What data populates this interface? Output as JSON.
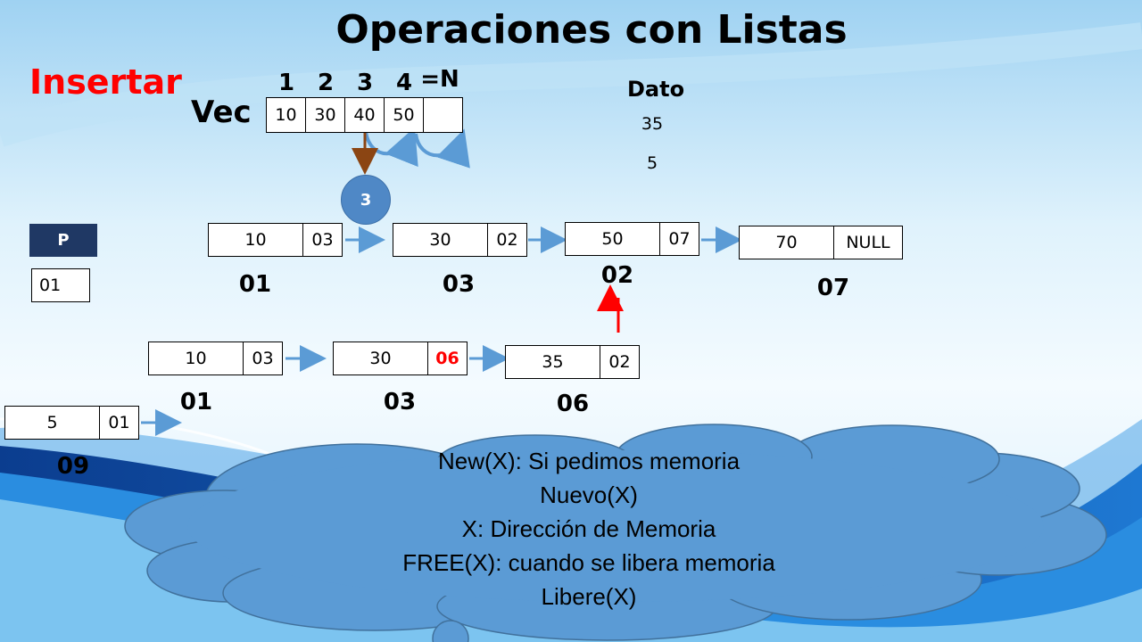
{
  "title": "Operaciones con Listas",
  "section": "Insertar",
  "vector": {
    "label": "Vec",
    "indices": [
      "1",
      "2",
      "3",
      "4",
      "=N"
    ],
    "cells": [
      "10",
      "30",
      "40",
      "50",
      ""
    ]
  },
  "dato": {
    "title": "Dato",
    "values": [
      "35",
      "5"
    ]
  },
  "position_marker": "3",
  "pointer": {
    "label": "P",
    "value": "01"
  },
  "list_original": [
    {
      "data": "10",
      "next": "03",
      "address": "01"
    },
    {
      "data": "30",
      "next": "02",
      "address": "03"
    },
    {
      "data": "50",
      "next": "07",
      "address": "02"
    },
    {
      "data": "70",
      "next": "NULL",
      "address": "07"
    }
  ],
  "list_inserted": [
    {
      "data": "10",
      "next": "03",
      "address": "01"
    },
    {
      "data": "30",
      "next": "06",
      "address": "03"
    },
    {
      "data": "35",
      "next": "02",
      "address": "06"
    }
  ],
  "list_new_head": {
    "data": "5",
    "next": "01",
    "address": "09"
  },
  "cloud_lines": [
    "New(X):  Si pedimos memoria",
    "Nuevo(X)",
    "X: Dirección de Memoria",
    "FREE(X):  cuando se libera memoria",
    "Libere(X)"
  ],
  "colors": {
    "accent_red": "#ff0000",
    "arrow_blue": "#5b9bd5",
    "arrow_brown": "#8b4513",
    "cloud": "#5b9bd5",
    "pointer_box": "#1f3864"
  }
}
